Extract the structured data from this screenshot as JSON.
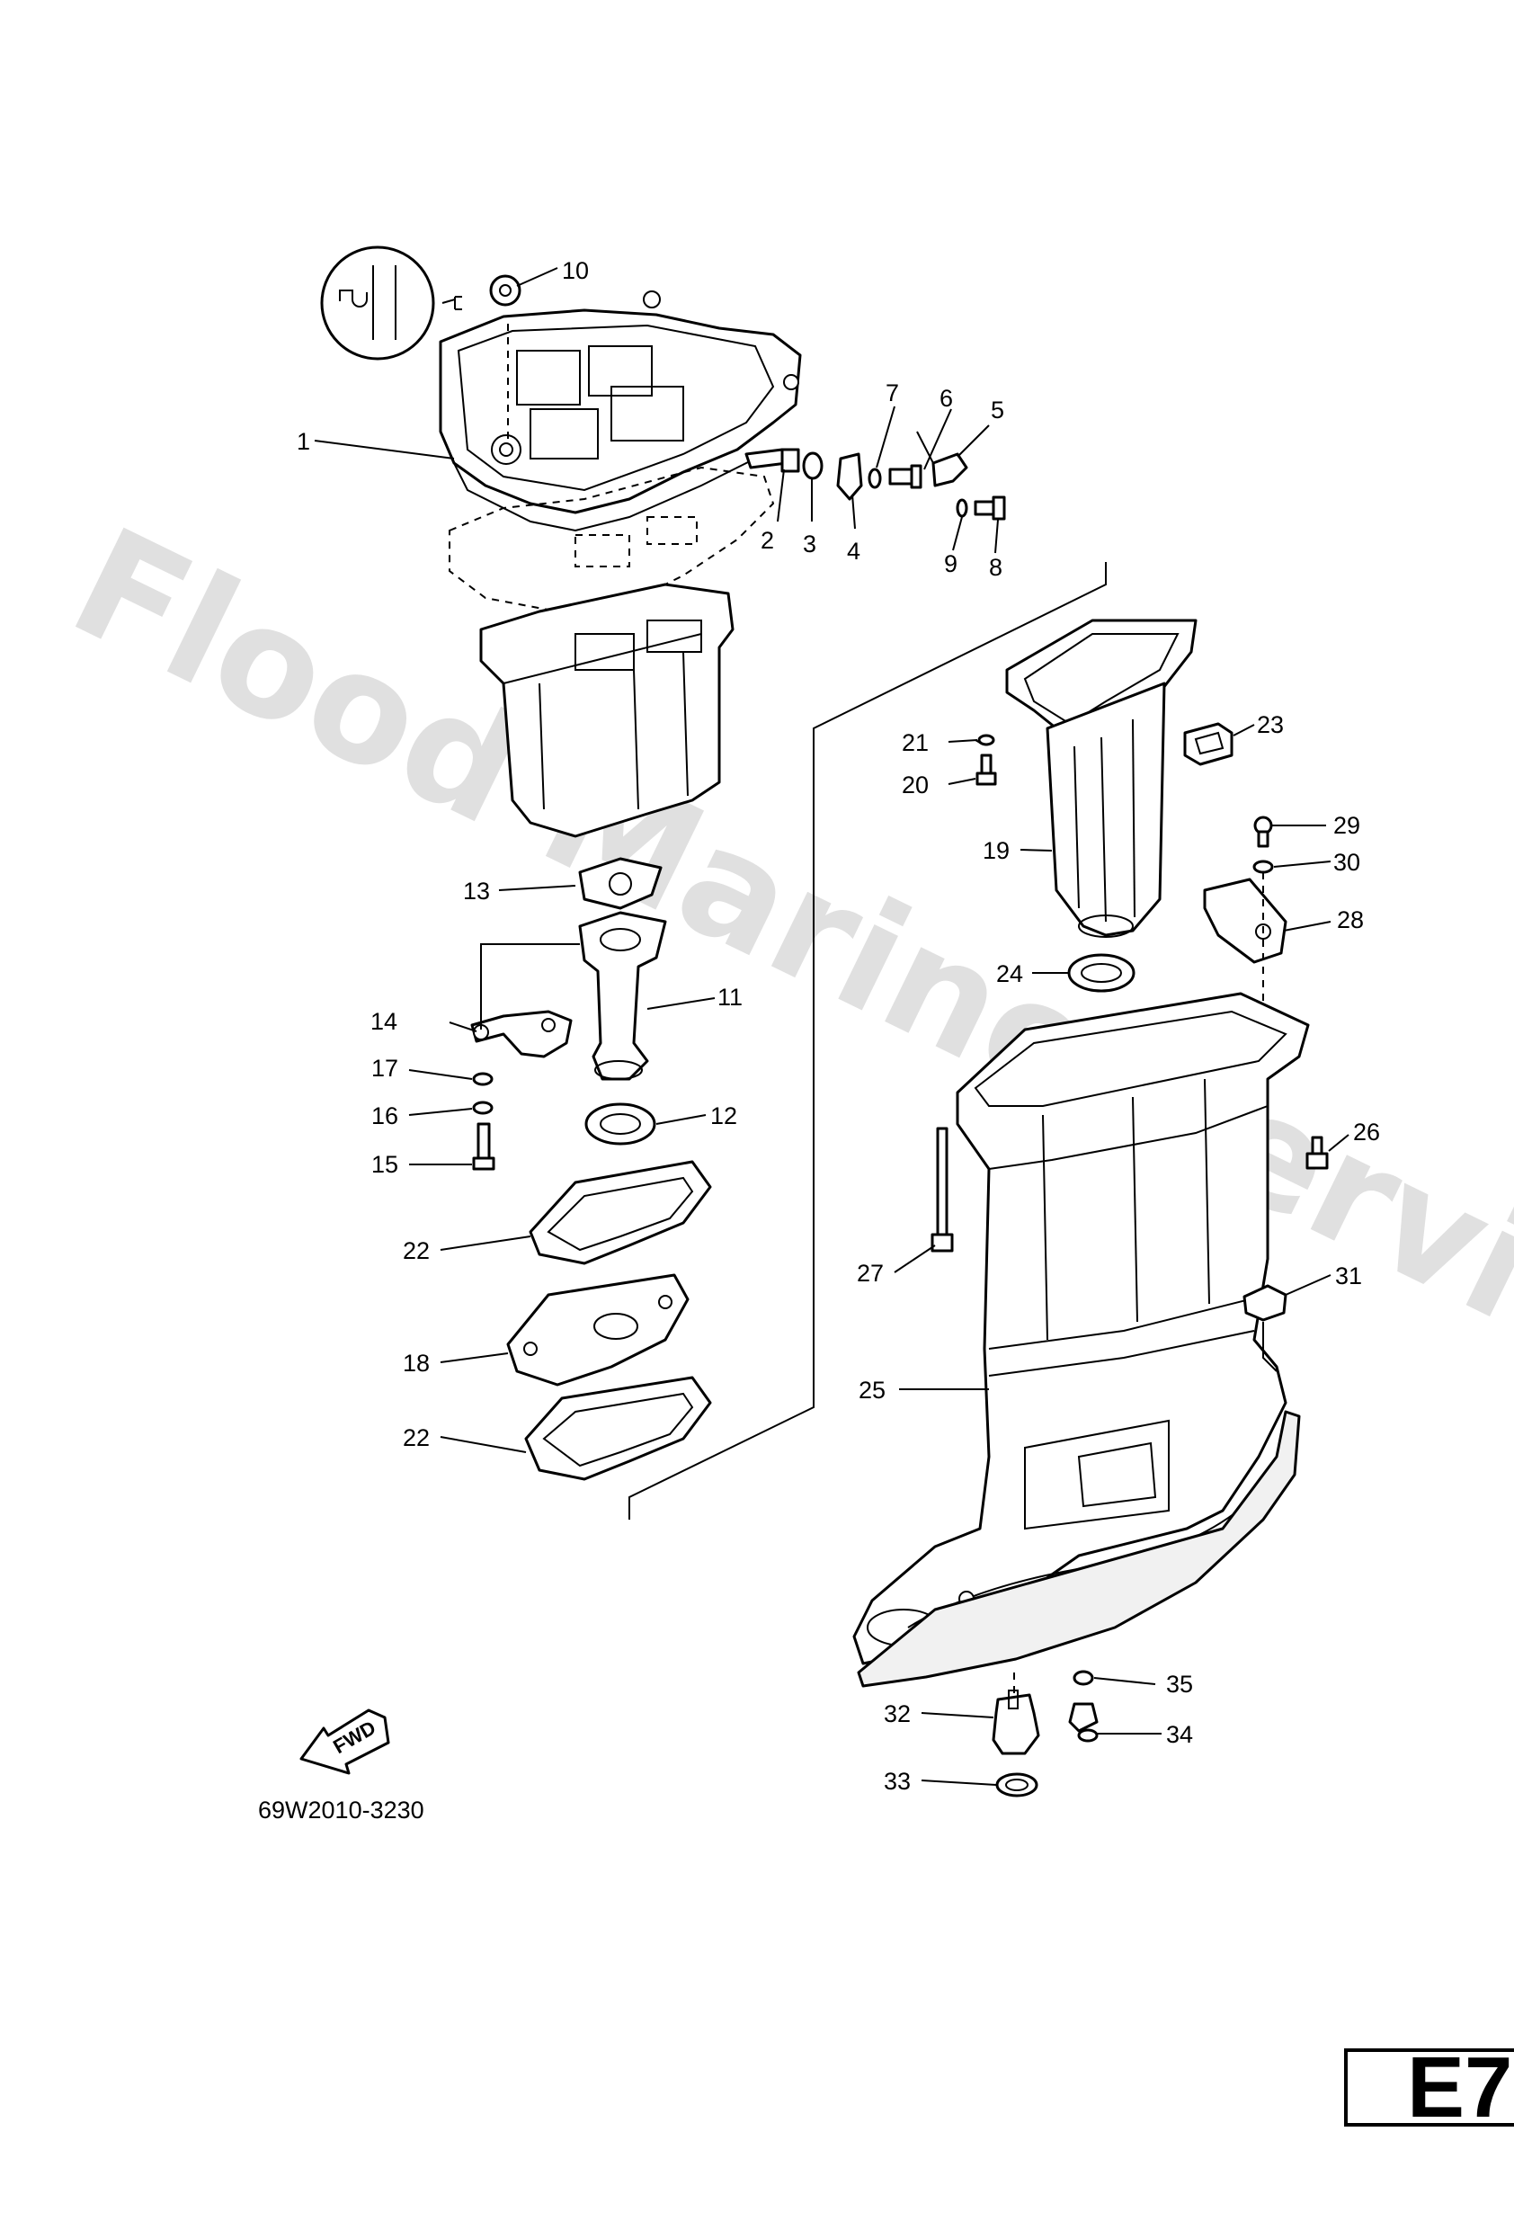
{
  "watermark": "Flood Marine Services",
  "reference_code": "69W2010-3230",
  "section_code": "E7",
  "forward_arrow_text": "FWD",
  "callouts": [
    {
      "id": "c1",
      "text": "1"
    },
    {
      "id": "c2",
      "text": "2"
    },
    {
      "id": "c3",
      "text": "3"
    },
    {
      "id": "c4",
      "text": "4"
    },
    {
      "id": "c5",
      "text": "5"
    },
    {
      "id": "c6",
      "text": "6"
    },
    {
      "id": "c7",
      "text": "7"
    },
    {
      "id": "c8",
      "text": "8"
    },
    {
      "id": "c9",
      "text": "9"
    },
    {
      "id": "c10",
      "text": "10"
    },
    {
      "id": "c11",
      "text": "11"
    },
    {
      "id": "c12",
      "text": "12"
    },
    {
      "id": "c13",
      "text": "13"
    },
    {
      "id": "c14",
      "text": "14"
    },
    {
      "id": "c15",
      "text": "15"
    },
    {
      "id": "c16",
      "text": "16"
    },
    {
      "id": "c17",
      "text": "17"
    },
    {
      "id": "c18",
      "text": "18"
    },
    {
      "id": "c19",
      "text": "19"
    },
    {
      "id": "c20",
      "text": "20"
    },
    {
      "id": "c21",
      "text": "21"
    },
    {
      "id": "c22a",
      "text": "22"
    },
    {
      "id": "c22b",
      "text": "22"
    },
    {
      "id": "c23",
      "text": "23"
    },
    {
      "id": "c24",
      "text": "24"
    },
    {
      "id": "c25",
      "text": "25"
    },
    {
      "id": "c26",
      "text": "26"
    },
    {
      "id": "c27",
      "text": "27"
    },
    {
      "id": "c28",
      "text": "28"
    },
    {
      "id": "c29",
      "text": "29"
    },
    {
      "id": "c30",
      "text": "30"
    },
    {
      "id": "c31",
      "text": "31"
    },
    {
      "id": "c32",
      "text": "32"
    },
    {
      "id": "c33",
      "text": "33"
    },
    {
      "id": "c34",
      "text": "34"
    },
    {
      "id": "c35",
      "text": "35"
    }
  ]
}
